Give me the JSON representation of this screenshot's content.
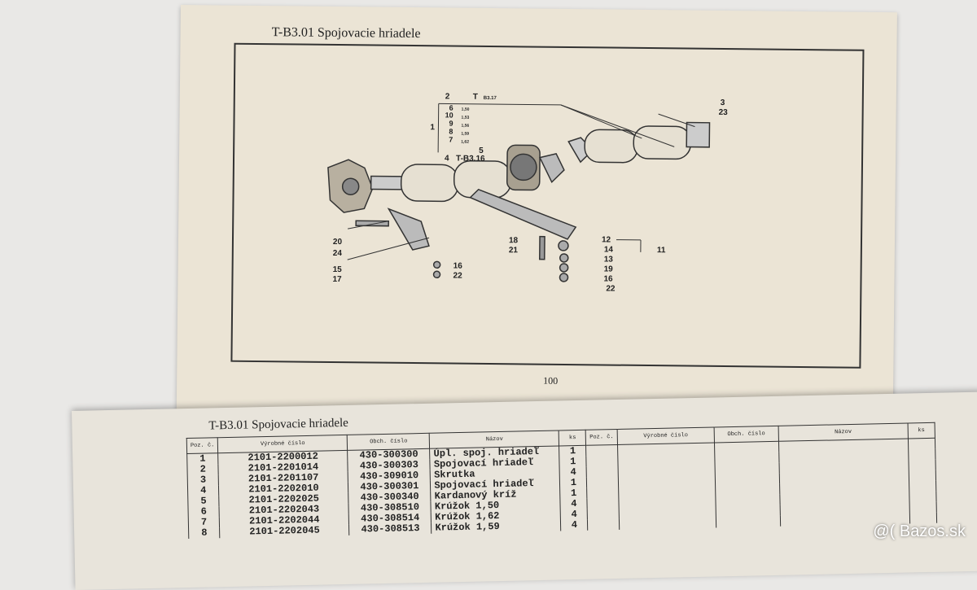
{
  "top_page": {
    "title": "T-B3.01 Spojovacie hriadele",
    "page_number": "100",
    "callouts": [
      "1",
      "2",
      "T",
      "B3.17",
      "6",
      "10",
      "9",
      "8",
      "7",
      "5",
      "4",
      "T-B3.16",
      "3",
      "23",
      "20",
      "24",
      "15",
      "17",
      "16",
      "22",
      "18",
      "21",
      "12",
      "14",
      "13",
      "19",
      "16",
      "22",
      "11"
    ],
    "small_labels": [
      "1,50",
      "1,53",
      "1,56",
      "1,59",
      "1,62"
    ]
  },
  "bottom_page": {
    "title": "T-B3.01 Spojovacie hriadele",
    "headers": [
      "Poz. č.",
      "Výrobné číslo",
      "Obch. číslo",
      "Názov",
      "ks",
      "Poz. č.",
      "Výrobné číslo",
      "Obch. číslo",
      "Názov",
      "ks"
    ],
    "rows": [
      {
        "pos": "1",
        "vyr": "2101-2200012",
        "obch": "430-300300",
        "nazov": "Úpl. spoj. hriadeľ",
        "ks": "1"
      },
      {
        "pos": "2",
        "vyr": "2101-2201014",
        "obch": "430-300303",
        "nazov": "Spojovací hriadeľ",
        "ks": "1"
      },
      {
        "pos": "3",
        "vyr": "2101-2201107",
        "obch": "430-309010",
        "nazov": "Skrutka",
        "ks": "4"
      },
      {
        "pos": "4",
        "vyr": "2101-2202010",
        "obch": "430-300301",
        "nazov": "Spojovací hriadeľ",
        "ks": "1"
      },
      {
        "pos": "5",
        "vyr": "2101-2202025",
        "obch": "430-300340",
        "nazov": "Kardanový kríž",
        "ks": "1"
      },
      {
        "pos": "6",
        "vyr": "2101-2202043",
        "obch": "430-308510",
        "nazov": "Krúžok 1,50",
        "ks": "4"
      },
      {
        "pos": "7",
        "vyr": "2101-2202044",
        "obch": "430-308514",
        "nazov": "Krúžok 1,62",
        "ks": "4"
      },
      {
        "pos": "8",
        "vyr": "2101-2202045",
        "obch": "430-308513",
        "nazov": "Krúžok 1,59",
        "ks": "4"
      }
    ]
  },
  "watermark": "@( Bazos.sk"
}
